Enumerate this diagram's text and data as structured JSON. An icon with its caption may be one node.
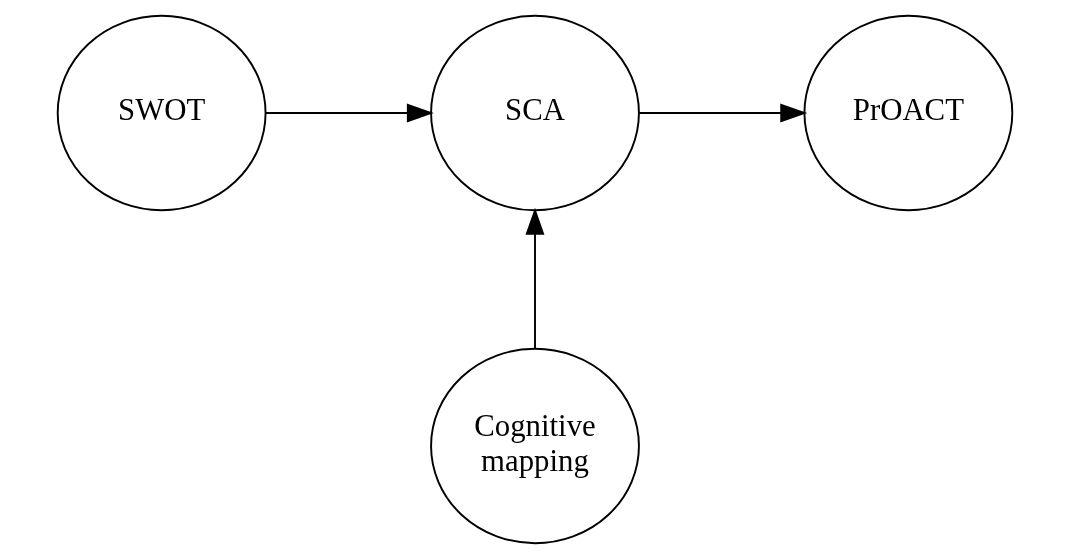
{
  "diagram": {
    "nodes": [
      {
        "text": [
          "SWOT"
        ]
      },
      {
        "text": [
          "SCA"
        ]
      },
      {
        "text": [
          "PrOACT"
        ]
      },
      {
        "text": [
          "Cognitive mapping"
        ]
      }
    ],
    "edges": [
      {
        "from": 0,
        "to": 1,
        "arrow": "to"
      },
      {
        "from": 1,
        "to": 2,
        "arrow": "to"
      },
      {
        "from": 3,
        "to": 1,
        "arrow": "to"
      }
    ]
  }
}
